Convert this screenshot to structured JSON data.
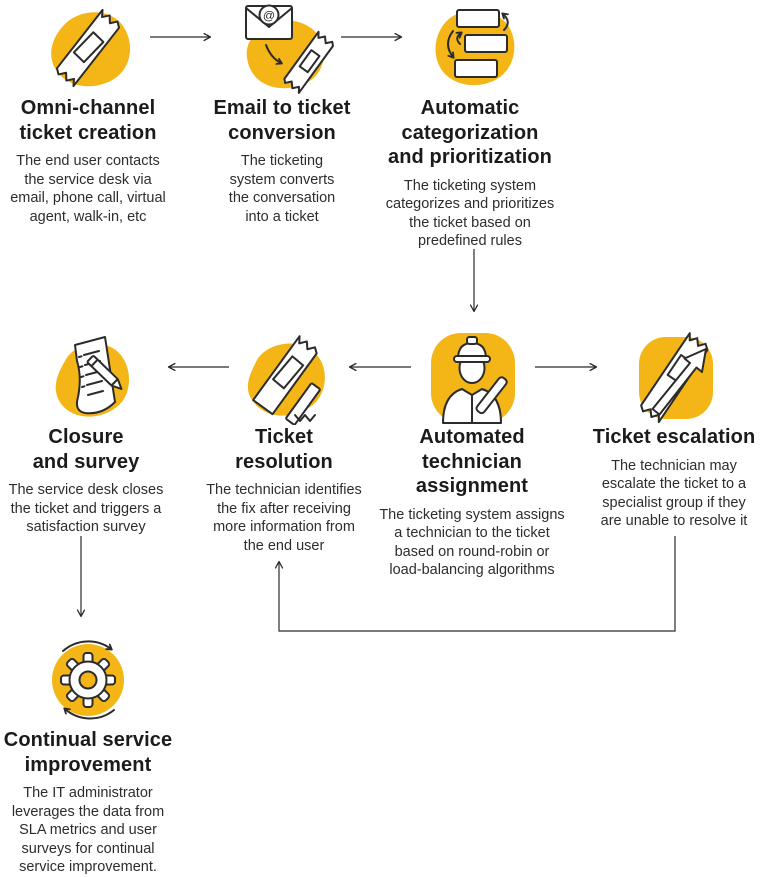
{
  "diagram": {
    "subject": "IT service desk automated ticketing workflow"
  },
  "colors": {
    "accent_yellow": "#F4B517",
    "line_dark": "#2b2b2b",
    "title_text": "#1b1b1b",
    "body_text": "#2d2d2d",
    "background": "#ffffff"
  },
  "icons": {
    "email_at_symbol": "@"
  },
  "steps": [
    {
      "name": "omni-channel-ticket-creation",
      "icon": "ticket-icon",
      "title": "Omni-channel\nticket creation",
      "description": "The end user contacts\nthe service desk via\nemail, phone call, virtual\nagent, walk-in, etc"
    },
    {
      "name": "email-to-ticket-conversion",
      "icon": "email-to-ticket-icon",
      "title": "Email to ticket\nconversion",
      "description": "The ticketing\nsystem converts\nthe conversation\ninto a ticket"
    },
    {
      "name": "automatic-categorization-and-prioritization",
      "icon": "categorization-icon",
      "title": "Automatic\ncategorization\nand prioritization",
      "description": "The ticketing system\ncategorizes and prioritizes\nthe ticket based on\npredefined rules"
    },
    {
      "name": "closure-and-survey",
      "icon": "survey-checklist-icon",
      "title": "Closure\nand survey",
      "description": "The service desk closes\nthe ticket and triggers a\nsatisfaction survey"
    },
    {
      "name": "ticket-resolution",
      "icon": "ticket-stamp-icon",
      "title": "Ticket\nresolution",
      "description": "The technician identifies\nthe fix after receiving\nmore information from\nthe end user"
    },
    {
      "name": "automated-technician-assignment",
      "icon": "technician-icon",
      "title": "Automated\ntechnician\nassignment",
      "description": "The ticketing system assigns\na technician to the ticket\nbased on round-robin or\nload-balancing algorithms"
    },
    {
      "name": "ticket-escalation",
      "icon": "ticket-escalation-arrow-icon",
      "title": "Ticket escalation",
      "description": "The technician may\nescalate the ticket to a\nspecialist group if they\nare unable to resolve it"
    },
    {
      "name": "continual-service-improvement",
      "icon": "gear-cycle-icon",
      "title": "Continual service\nimprovement",
      "description": "The IT administrator\nleverages the data from\nSLA metrics and user\nsurveys for continual\nservice improvement."
    }
  ],
  "connections": [
    {
      "from": "omni-channel-ticket-creation",
      "to": "email-to-ticket-conversion"
    },
    {
      "from": "email-to-ticket-conversion",
      "to": "automatic-categorization-and-prioritization"
    },
    {
      "from": "automatic-categorization-and-prioritization",
      "to": "automated-technician-assignment"
    },
    {
      "from": "automated-technician-assignment",
      "to": "ticket-resolution"
    },
    {
      "from": "ticket-resolution",
      "to": "closure-and-survey"
    },
    {
      "from": "automated-technician-assignment",
      "to": "ticket-escalation"
    },
    {
      "from": "ticket-escalation",
      "to": "ticket-resolution"
    },
    {
      "from": "closure-and-survey",
      "to": "continual-service-improvement"
    }
  ]
}
